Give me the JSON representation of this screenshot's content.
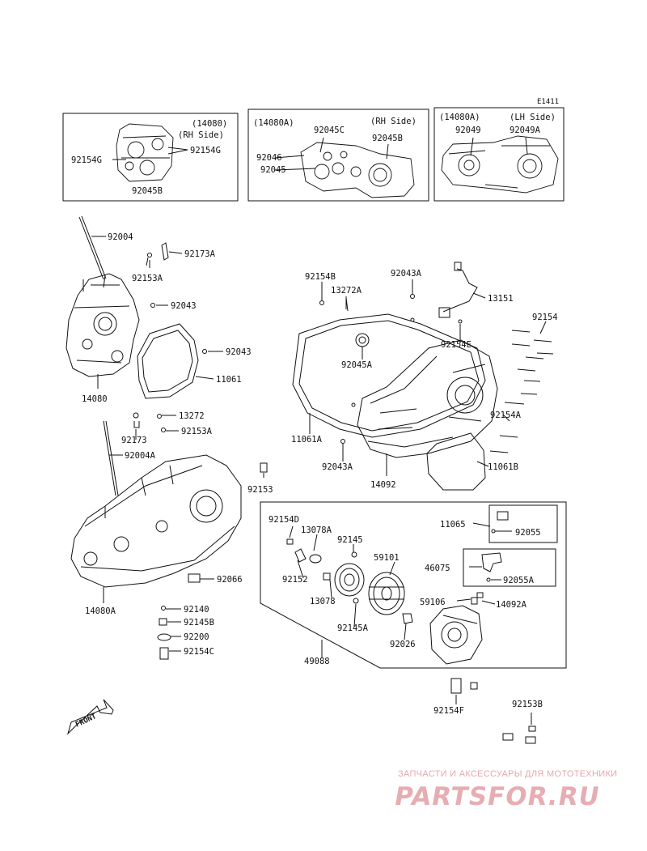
{
  "diagram_code": "E1411",
  "inset_boxes": {
    "rh": {
      "ref": "(14080)",
      "side": "(RH Side)",
      "parts": [
        "92154G",
        "92154G",
        "92045B"
      ]
    },
    "mid": {
      "ref": "(14080A)",
      "side": "(RH Side)",
      "parts": [
        "92045C",
        "92045B",
        "92046",
        "92045"
      ]
    },
    "lh": {
      "ref": "(14080A)",
      "side": "(LH Side)",
      "parts": [
        "92049",
        "92049A"
      ]
    }
  },
  "callouts": {
    "p92004": "92004",
    "p92173A": "92173A",
    "p92153A": "92153A",
    "p92043a": "92043",
    "p92043b": "92043",
    "p11061": "11061",
    "p14080": "14080",
    "p13272": "13272",
    "p92173": "92173",
    "p92153Ab": "92153A",
    "p92004A": "92004A",
    "p92153": "92153",
    "p92066": "92066",
    "p14080A": "14080A",
    "p92140": "92140",
    "p92145B": "92145B",
    "p92200": "92200",
    "p92154C": "92154C",
    "p92154B": "92154B",
    "p13272A": "13272A",
    "p92043A": "92043A",
    "p13151": "13151",
    "p92154": "92154",
    "p92154E": "92154E",
    "p92045A": "92045A",
    "p11061A": "11061A",
    "p92154A": "92154A",
    "p92043Ab": "92043A",
    "p14092": "14092",
    "p11061B": "11061B",
    "p92154D": "92154D",
    "p13078A": "13078A",
    "p92145": "92145",
    "p59101": "59101",
    "p92152": "92152",
    "p13078": "13078",
    "p92145A": "92145A",
    "p92026": "92026",
    "p49088": "49088",
    "p11065": "11065",
    "p92055": "92055",
    "p46075": "46075",
    "p92055A": "92055A",
    "p59106": "59106",
    "p14092A": "14092A",
    "p92154F": "92154F",
    "p92153B": "92153B"
  },
  "front_arrow": "FRONT",
  "watermark": {
    "tagline": "ЗАПЧАСТИ И АКСЕССУАРЫ ДЛЯ МОТОТЕХНИКИ",
    "logo": "PARTSFOR.RU"
  },
  "colors": {
    "line": "#111111",
    "watermark": "#e6adb2",
    "background": "#ffffff"
  }
}
